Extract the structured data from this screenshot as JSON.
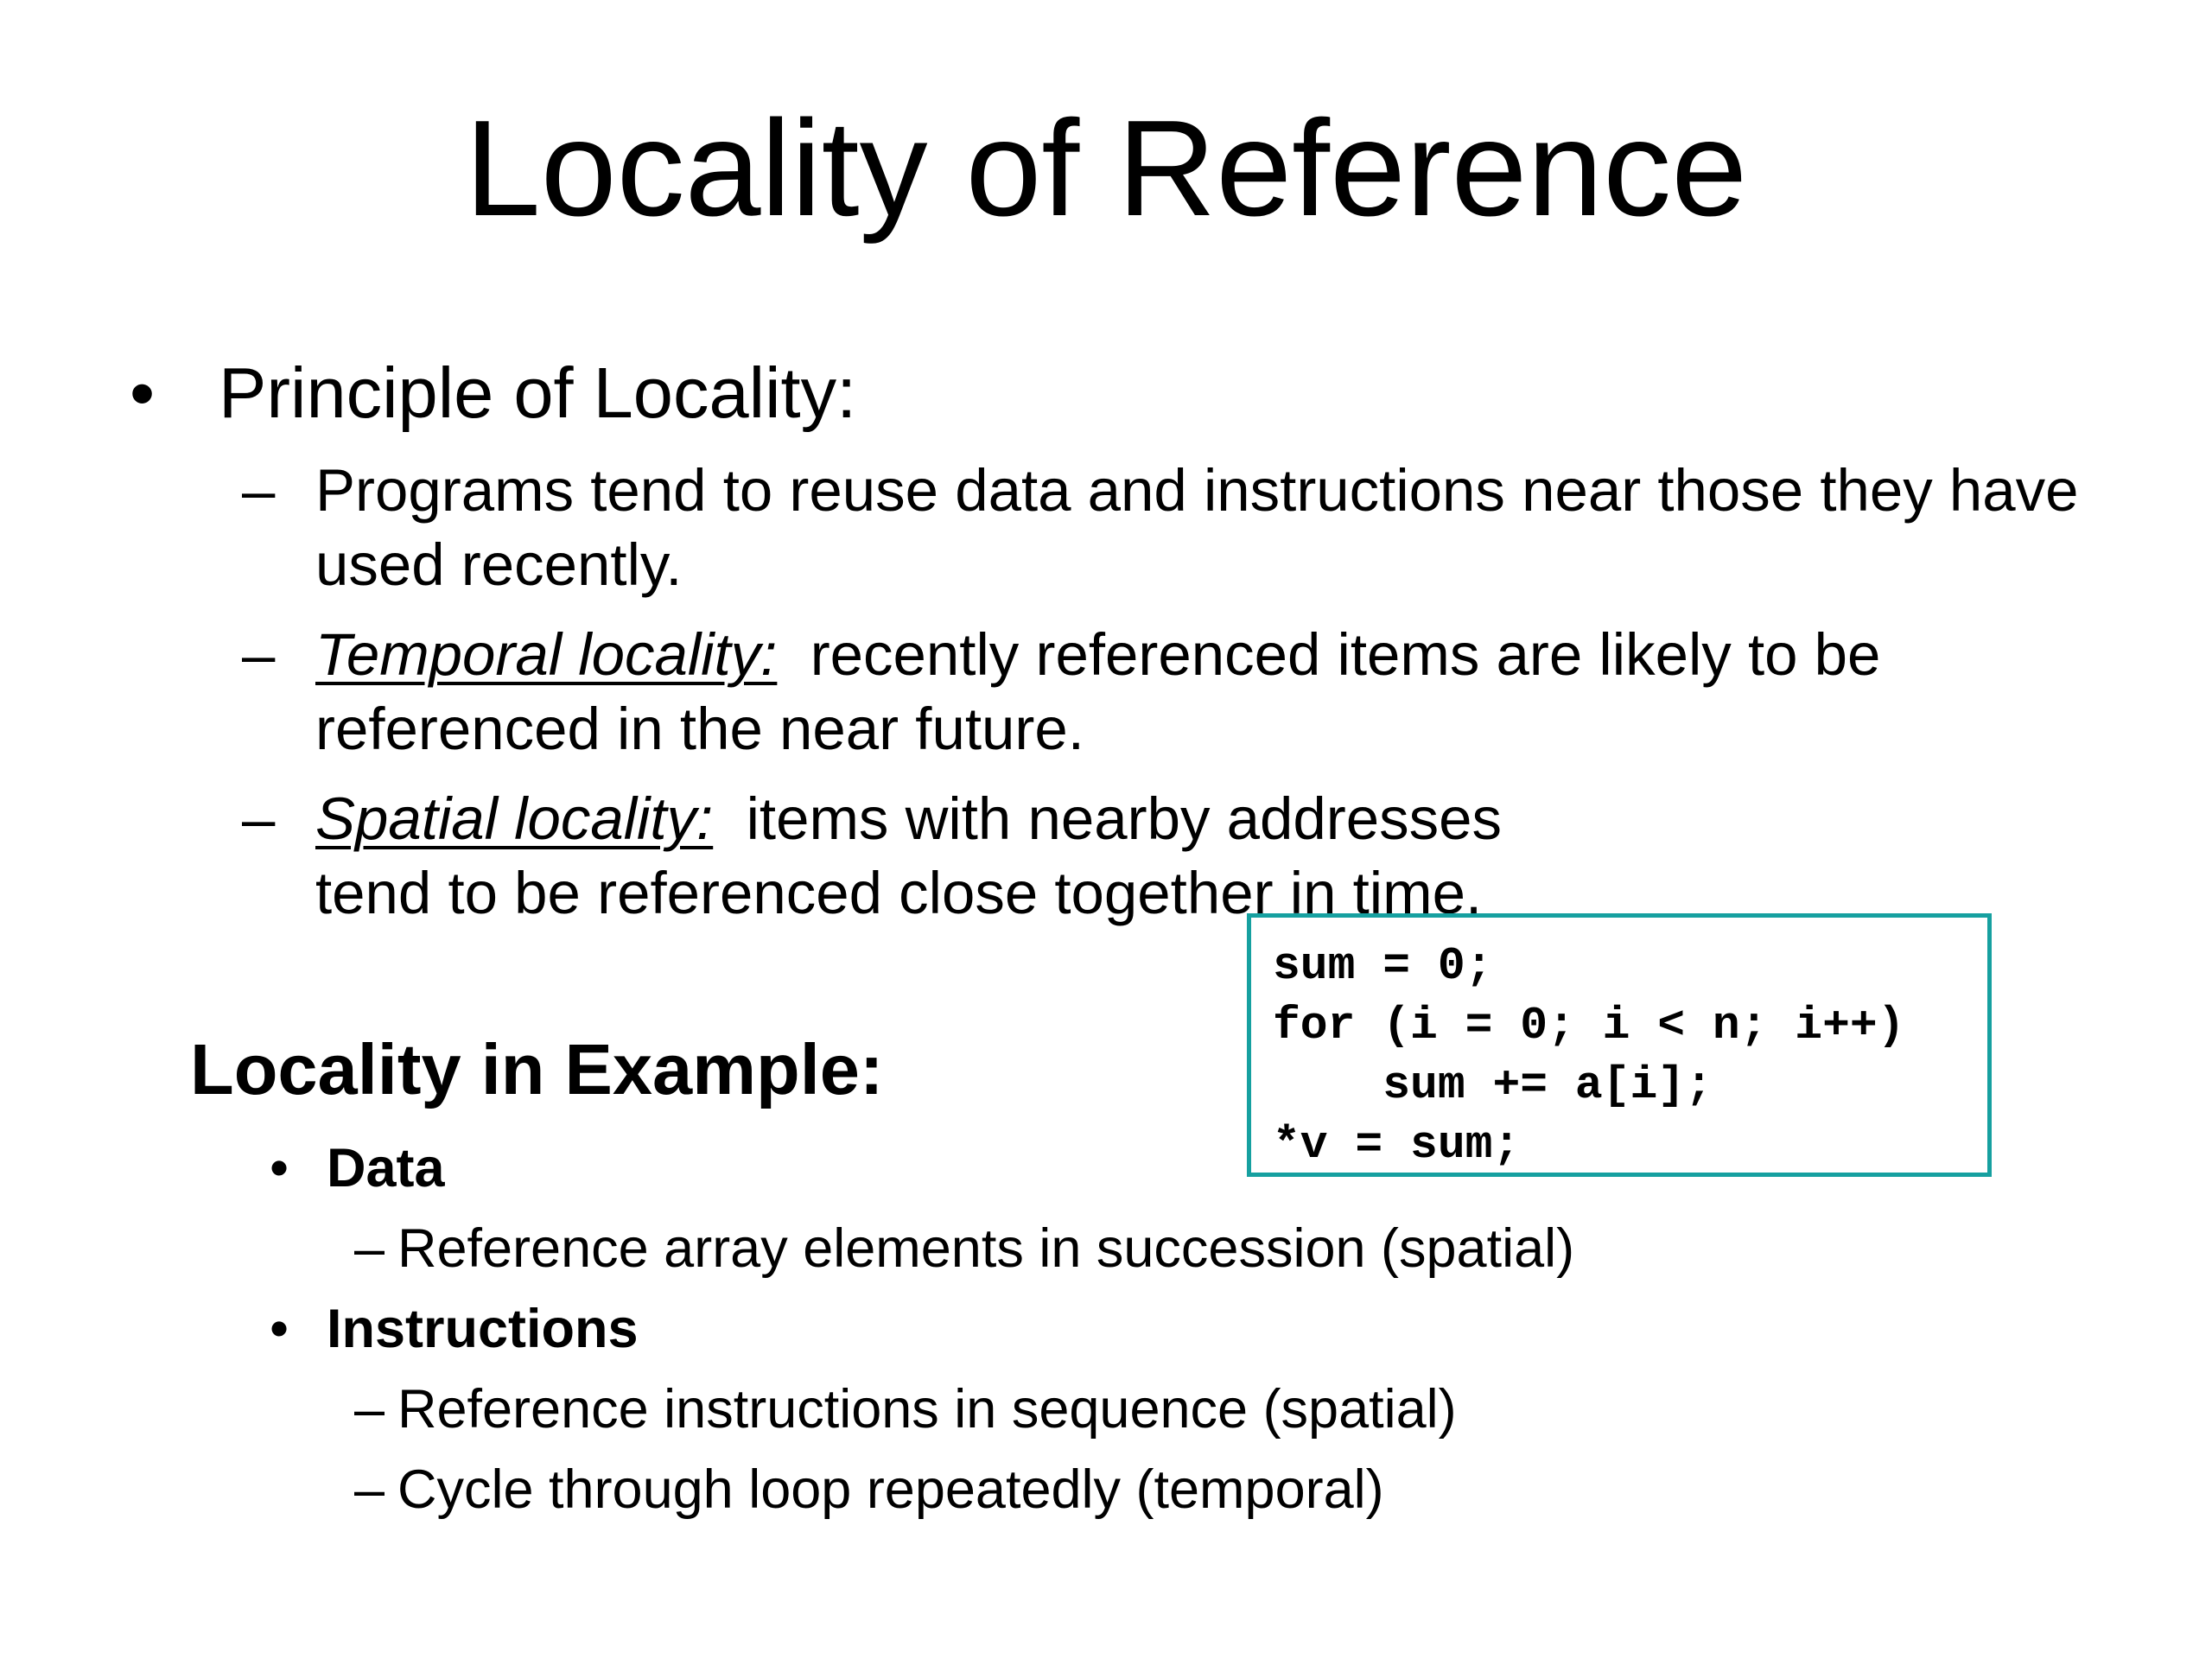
{
  "slide": {
    "title": "Locality of Reference",
    "principle": {
      "bullet": "•",
      "label": "Principle of Locality:",
      "dash": "–",
      "items": [
        {
          "term": "",
          "text": "Programs tend to reuse data and instructions near those they have used recently."
        },
        {
          "term": "Temporal locality:",
          "text": "recently referenced items are likely to be referenced in the near future."
        },
        {
          "term": "Spatial locality:",
          "text": "items with nearby addresses tend to be referenced close together in time."
        }
      ]
    },
    "code": {
      "lines": [
        "sum = 0;",
        "for (i = 0; i < n; i++)",
        "    sum += a[i];",
        "*v = sum;"
      ]
    },
    "example": {
      "heading": "Locality in Example:",
      "bullet": "•",
      "dash": "–",
      "groups": [
        {
          "label": "Data",
          "items": [
            "Reference array elements in succession (spatial)"
          ]
        },
        {
          "label": "Instructions",
          "items": [
            "Reference instructions in sequence (spatial)",
            "Cycle through loop repeatedly (temporal)"
          ]
        }
      ]
    }
  },
  "colors": {
    "code_border": "#16a0a0",
    "text": "#000000",
    "background": "#ffffff"
  }
}
